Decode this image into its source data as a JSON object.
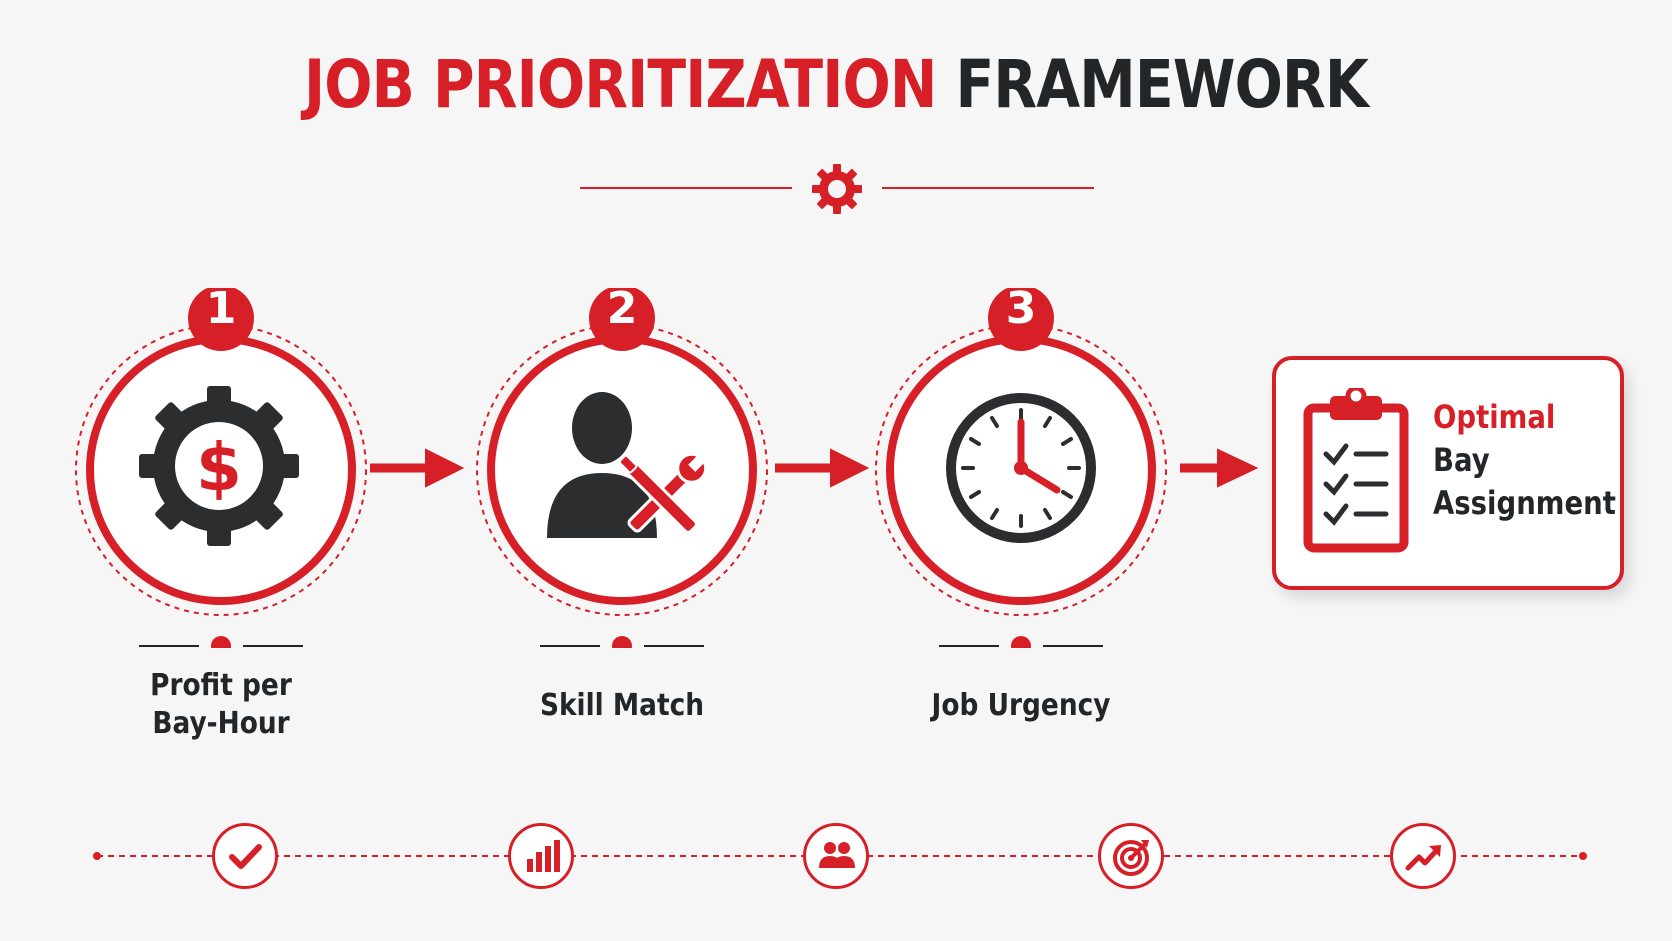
{
  "title": {
    "part1": "JOB PRIORITIZATION",
    "part2": "FRAMEWORK"
  },
  "colors": {
    "accent": "#d61f26",
    "dark": "#222629",
    "background": "#f6f6f6"
  },
  "steps": [
    {
      "number": "1",
      "icon": "gear-dollar-icon",
      "label_line1": "Profit per",
      "label_line2": "Bay-Hour"
    },
    {
      "number": "2",
      "icon": "person-tools-icon",
      "label_line1": "Skill Match",
      "label_line2": ""
    },
    {
      "number": "3",
      "icon": "clock-icon",
      "label_line1": "Job Urgency",
      "label_line2": ""
    }
  ],
  "result": {
    "icon": "clipboard-checklist-icon",
    "line1": "Optimal",
    "line2": "Bay",
    "line3": "Assignment"
  },
  "bottom_icons": [
    "checkmark-icon",
    "bar-chart-icon",
    "people-icon",
    "target-icon",
    "trend-up-icon"
  ]
}
